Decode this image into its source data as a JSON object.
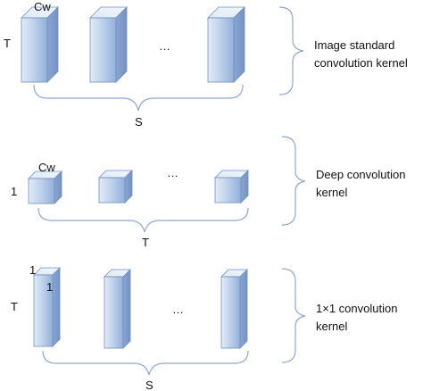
{
  "colors": {
    "face_light": "#dbe6f4",
    "face_mid": "#b3c8e6",
    "face_dark": "#86a6d4",
    "top_face": "#e8eff9",
    "side_face": "#7f9ccb",
    "edge": "#6f8fc0",
    "brace": "#8fa7d0"
  },
  "section1": {
    "depth_label": "Cw",
    "height_label": "T",
    "ellipsis": "…",
    "count_label": "S",
    "caption_line1": "Image standard",
    "caption_line2": "convolution kernel"
  },
  "section2": {
    "depth_label": "Cw",
    "height_label": "1",
    "ellipsis": "…",
    "count_label": "T",
    "caption_line1": "Deep convolution",
    "caption_line2": "kernel"
  },
  "section3": {
    "depth_label": "1",
    "width_label": "1",
    "height_label": "T",
    "ellipsis": "…",
    "count_label": "S",
    "caption_line1": "1×1  convolution",
    "caption_line2": "kernel"
  }
}
